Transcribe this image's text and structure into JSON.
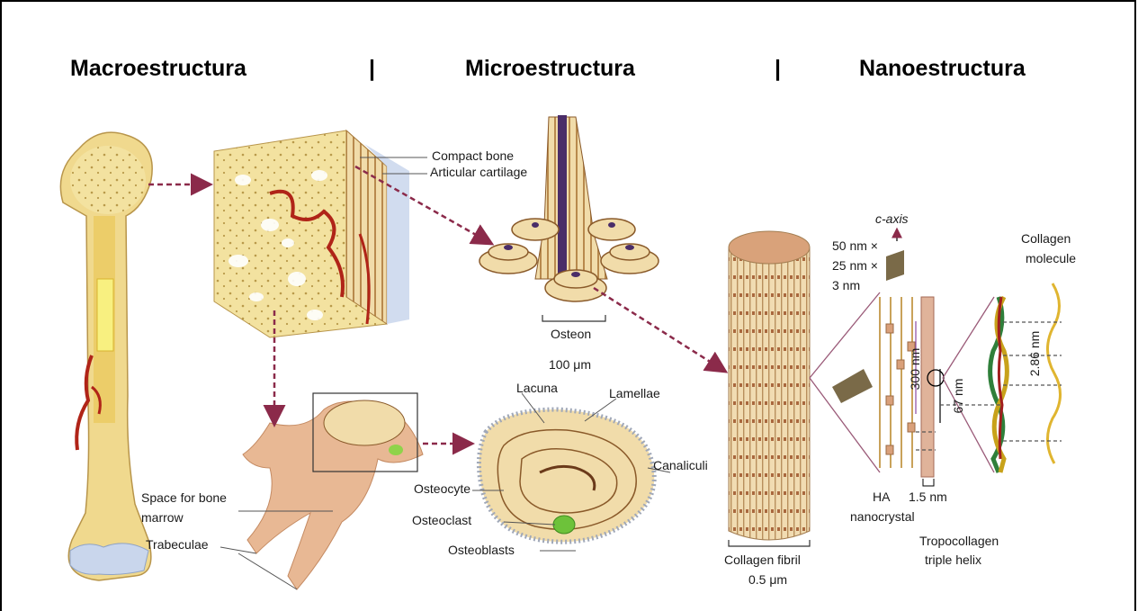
{
  "headers": {
    "macro": "Macroestructura",
    "sep1": "|",
    "micro": "Microestructura",
    "sep2": "|",
    "nano": "Nanoestructura"
  },
  "labels": {
    "compact_bone": "Compact bone",
    "articular_cartilage": "Articular cartilage",
    "osteon": "Osteon",
    "osteon_size": "100 μm",
    "lacuna": "Lacuna",
    "lamellae": "Lamellae",
    "canaliculi": "Canaliculi",
    "osteocyte": "Osteocyte",
    "osteoclast": "Osteoclast",
    "osteoblasts": "Osteoblasts",
    "space_marrow_1": "Space for bone",
    "space_marrow_2": "marrow",
    "trabeculae": "Trabeculae",
    "collagen_fibril": "Collagen fibril",
    "fibril_size": "0.5 μm",
    "c_axis": "c-axis",
    "crystal_dim_1": "50 nm ×",
    "crystal_dim_2": "25 nm ×",
    "crystal_dim_3": "3 nm",
    "dim_300": "300 nm",
    "dim_67": "67 nm",
    "dim_286": "2.86 nm",
    "dim_15": "1.5 nm",
    "ha_1": "HA",
    "ha_2": "nanocrystal",
    "tropo_1": "Tropocollagen",
    "tropo_2": "triple helix",
    "collagen_mol_1": "Collagen",
    "collagen_mol_2": "molecule"
  },
  "colors": {
    "bone": "#f0d98e",
    "bone_dark": "#c9a24a",
    "arrow": "#8b2a4a",
    "vessel": "#b02418",
    "trabecula": "#e8b894",
    "cartilage": "#c9d6ec"
  }
}
